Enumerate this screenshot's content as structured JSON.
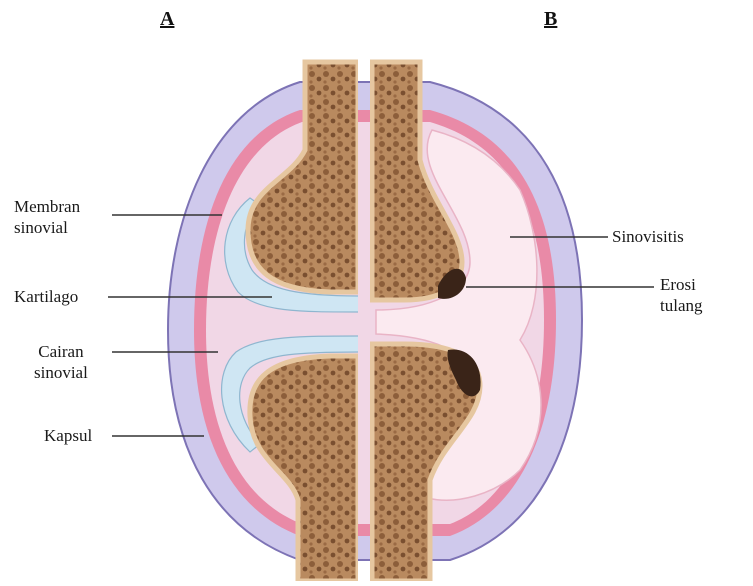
{
  "panels": {
    "a": "A",
    "b": "B"
  },
  "labels_left": {
    "membran_1": "Membran",
    "membran_2": "sinovial",
    "kartilago": "Kartilago",
    "cairan_1": "Cairan",
    "cairan_2": "sinovial",
    "kapsul": "Kapsul"
  },
  "labels_right": {
    "sinovisitis": "Sinovisitis",
    "erosi_1": "Erosi",
    "erosi_2": "tulang"
  },
  "colors": {
    "capsule": "#cfc9ec",
    "capsule_edge": "#7d73b5",
    "membrane": "#e98aa7",
    "joint_space": "#f1d7e6",
    "cartilage": "#cfe6f3",
    "bone": "#a8764d",
    "bone_outline": "#e6c7a0",
    "inflamed_synovium": "#fbeaf0",
    "erosion": "#3a2418",
    "background": "#ffffff"
  }
}
